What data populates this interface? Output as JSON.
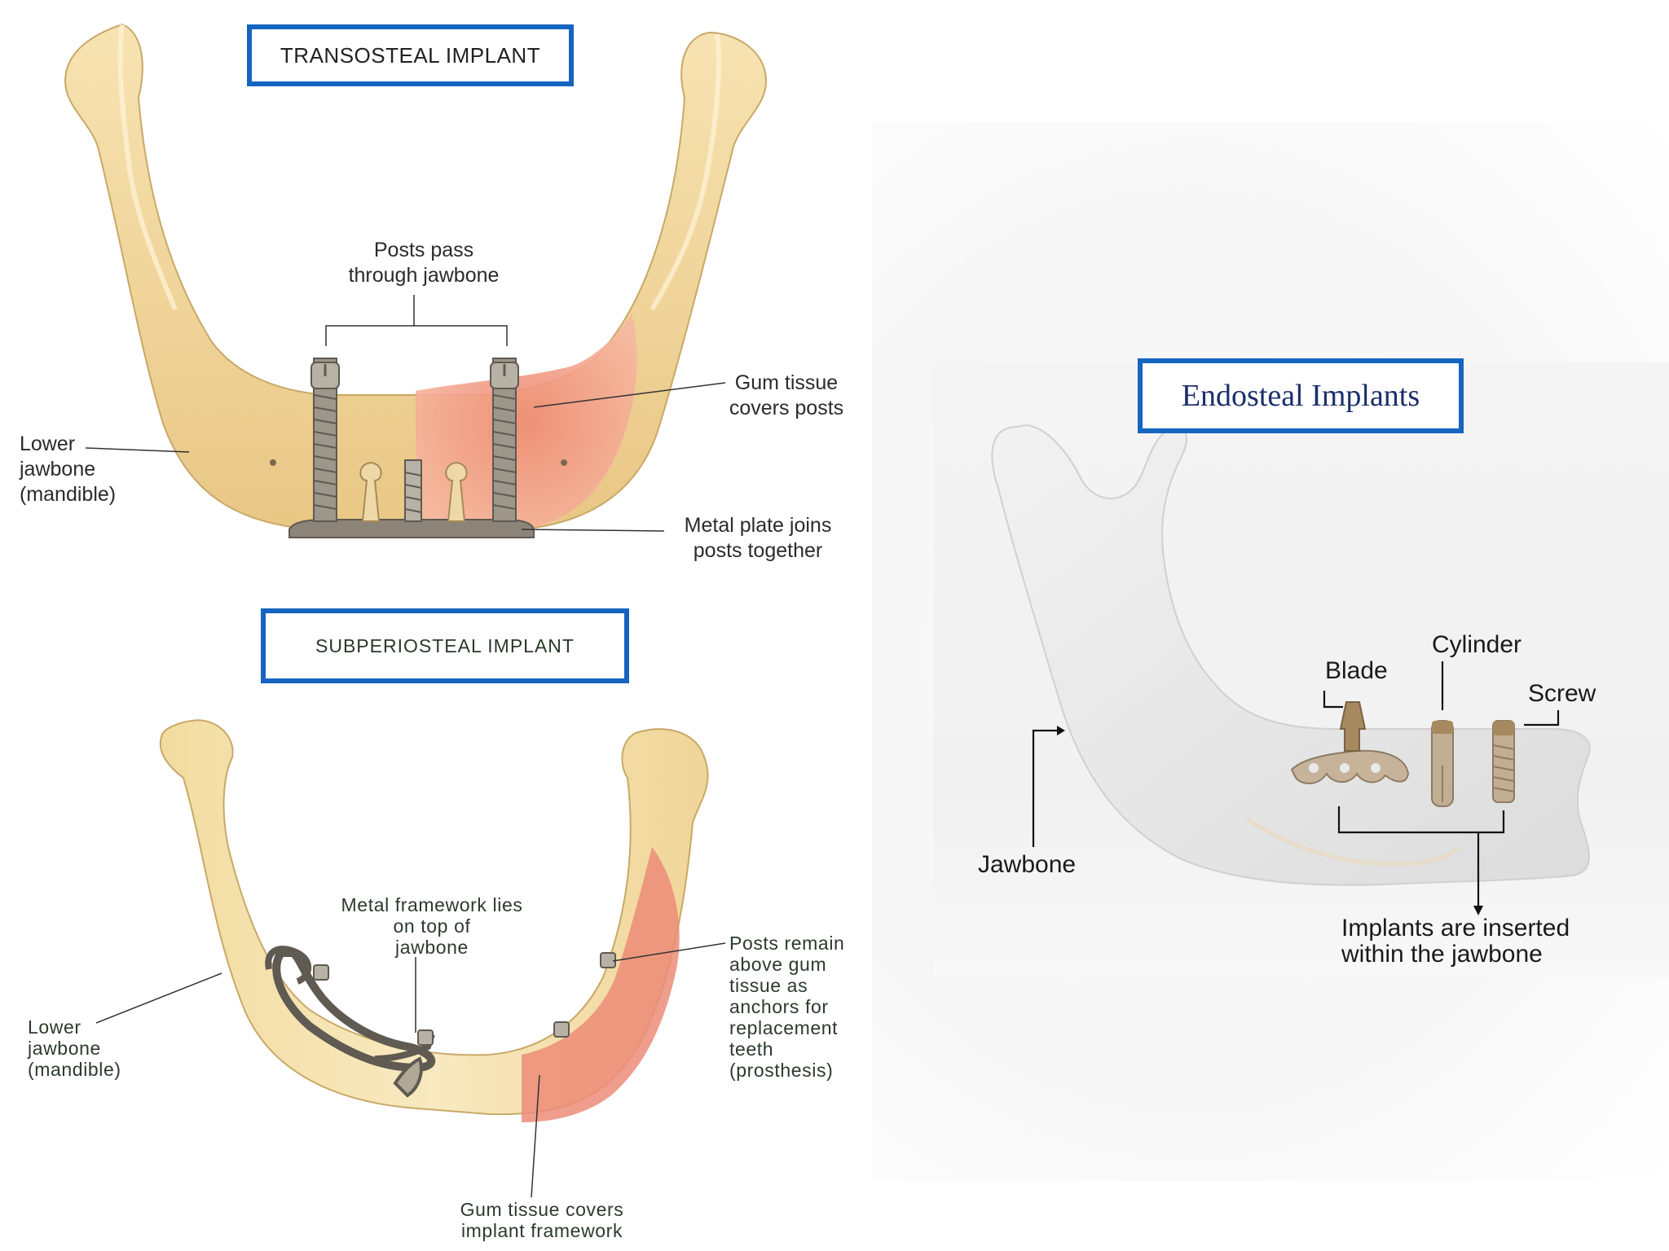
{
  "transosteal": {
    "title": "TRANSOSTEAL IMPLANT",
    "labels": {
      "posts_pass": "Posts pass\nthrough jawbone",
      "gum_tissue": "Gum tissue\ncovers posts",
      "lower_jawbone": "Lower\njawbone\n(mandible)",
      "metal_plate": "Metal plate joins\nposts together"
    }
  },
  "subperiosteal": {
    "title": "SUBPERIOSTEAL IMPLANT",
    "labels": {
      "metal_framework": "Metal framework lies\non top of\njawbone",
      "posts_remain": "Posts remain\nabove gum\ntissue as\nanchors for\nreplacement\nteeth\n(prosthesis)",
      "lower_jawbone": "Lower\njawbone\n(mandible)",
      "gum_covers": "Gum tissue covers\nimplant framework"
    }
  },
  "endosteal": {
    "title": "Endosteal Implants",
    "labels": {
      "blade": "Blade",
      "cylinder": "Cylinder",
      "screw": "Screw",
      "jawbone": "Jawbone",
      "inserted": "Implants are inserted\nwithin the jawbone"
    }
  },
  "colors": {
    "title_border": "#1565c0",
    "bone": "#f3d9a0",
    "gum": "#ec8c78",
    "metal": "#8a857a",
    "endo_bone": "#e9e9e9"
  }
}
